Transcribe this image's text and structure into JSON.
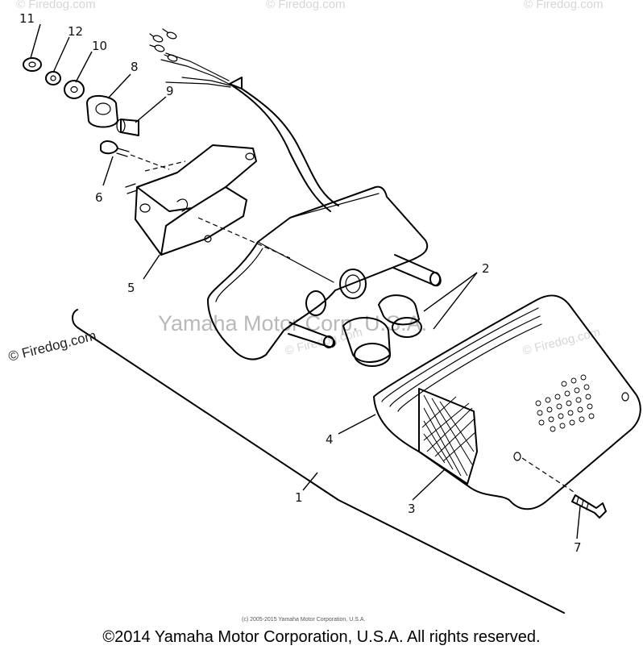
{
  "watermarks": {
    "center": "Yamaha Motor Corp. U.S.A.",
    "firedog_logo": "© Firedog.com",
    "corner": "© Firedog.com",
    "small_copyright": "(c) 2005-2015 Yamaha Motor Corporation, U.S.A."
  },
  "callouts": {
    "c1": "1",
    "c2": "2",
    "c3": "3",
    "c4": "4",
    "c5": "5",
    "c6": "6",
    "c7": "7",
    "c8": "8",
    "c9": "9",
    "c10": "10",
    "c11": "11",
    "c12": "12"
  },
  "footer": {
    "copyright": "©2014 Yamaha Motor Corporation, U.S.A. All rights reserved."
  }
}
